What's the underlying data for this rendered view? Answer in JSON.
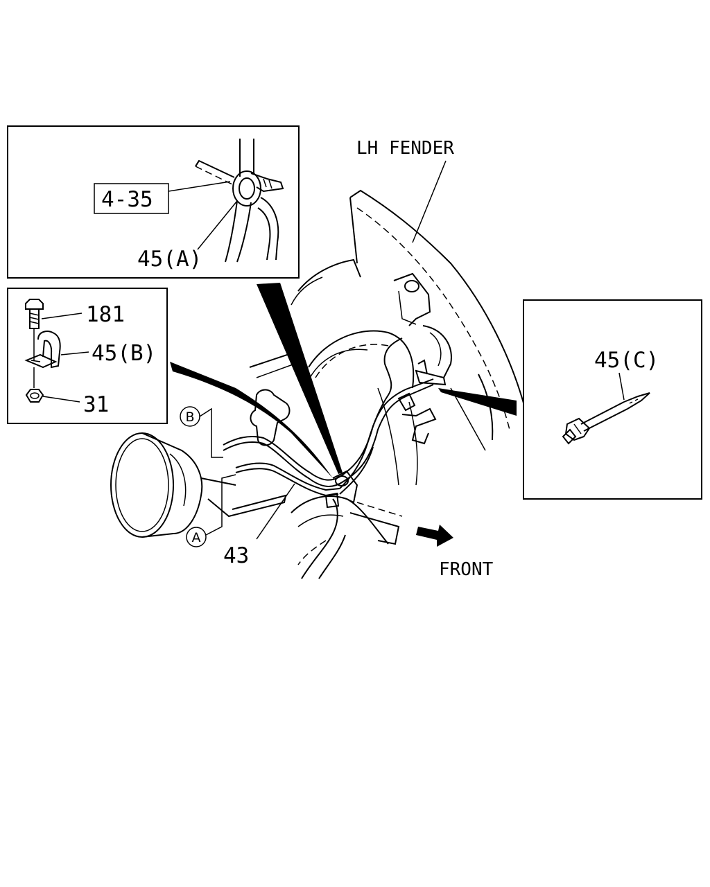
{
  "labels": {
    "lh_fender": "LH FENDER",
    "front": "FRONT",
    "part_43": "43",
    "ref_4_35": "4-35",
    "part_45a": "45(A)",
    "part_181": "181",
    "part_45b": "45(B)",
    "part_31": "31",
    "part_45c": "45(C)",
    "marker_a": "A",
    "marker_b": "B"
  }
}
